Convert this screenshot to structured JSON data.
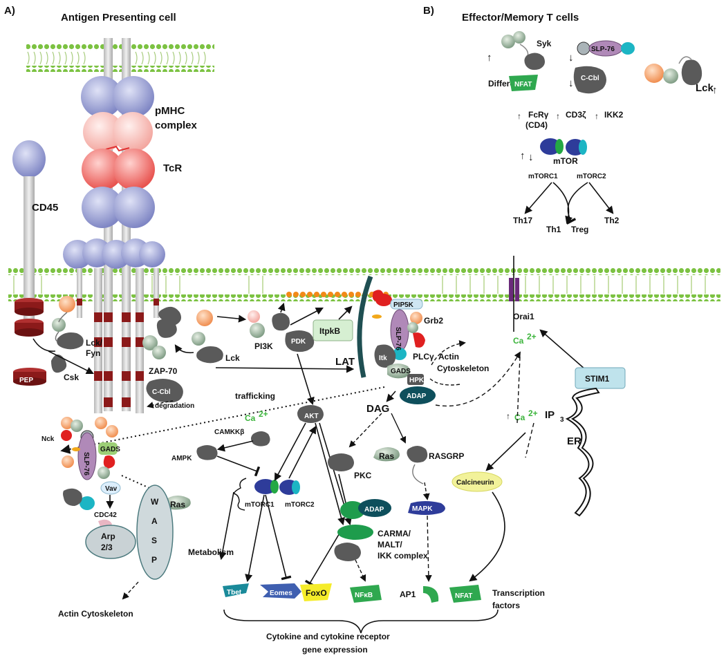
{
  "panel_a": {
    "letter": "A)",
    "title": "Antigen Presenting cell",
    "pmhc": [
      "pMHC",
      "complex"
    ],
    "tcr": "TcR",
    "cd45": "CD45",
    "lck_fyn": [
      "Lck/",
      "Fyn"
    ],
    "pep": "PEP",
    "csk": "Csk",
    "zap70": "ZAP-70",
    "ccbl": "C-Cbl",
    "degradation": "degradation",
    "lck": "Lck",
    "pi3k": "PI3K",
    "pdk": "PDK",
    "itpkb": "ItpkB",
    "lat": "LAT",
    "pip5k": "PIP5K",
    "slp76": "SLP-76",
    "grb2": "Grb2",
    "itk": "Itk",
    "plc": "PLCγ",
    "gads": "GADS",
    "hpk": "HPK",
    "adap": "ADAP",
    "actin": [
      "Actin",
      "Cytoskeleton"
    ],
    "trafficking": "trafficking",
    "dag": "DAG",
    "akt": "AKT",
    "ca": "Ca",
    "camkk": "CAMKKβ",
    "ampk": "AMPK",
    "mtorc1": "mTORC1",
    "mtorc2": "mTORC2",
    "pkc": "PKC",
    "ras": "Ras",
    "rasgrp": "RASGRP",
    "mapk": "MAPK",
    "carma": [
      "CARMA/",
      "MALT/",
      "IKK complex"
    ],
    "metabolism": "Metabolism",
    "nck": "Nck",
    "vav": "Vav",
    "cdc42": "CDC42",
    "arp": [
      "Arp",
      "2/3"
    ],
    "wasp": [
      "W",
      "A",
      "S",
      "P"
    ],
    "actin2": "Actin Cytoskeleton",
    "tbet": "Tbet",
    "eomes": "Eomes",
    "foxo": "FoxO",
    "nfkb": "NFκB",
    "ap1": "AP1",
    "nfat": "NFAT",
    "tf": [
      "Transcription",
      "factors"
    ],
    "cytokine": [
      "Cytokine and cytokine receptor",
      "gene expression"
    ],
    "orai1": "Orai1",
    "stim1": "STIM1",
    "ip3": "IP",
    "er": "ER",
    "calcineurin": "Calcineurin",
    "up": "↑"
  },
  "panel_b": {
    "letter": "B)",
    "title": "Effector/Memory T cells",
    "syk": "Syk",
    "slp76": "SLP-76",
    "ccbl": "C-Cbl",
    "different": "Different",
    "nfat": "NFAT",
    "lck": "Lck",
    "fcr": [
      "FcRγ",
      "(CD4)"
    ],
    "cd3": "CD3ζ",
    "ikk2": "IKK2",
    "mtor": "mTOR",
    "mtorc1": "mTORC1",
    "mtorc2": "mTORC2",
    "th17": "Th17",
    "th1": "Th1",
    "treg": "Treg",
    "th2": "Th2"
  },
  "colors": {
    "membrane": "#7cc242",
    "mhc_blue": "#8c93cc",
    "mhc_red": "#ee6b6b",
    "dark_red": "#8b1a1a",
    "dark_gray": "#555555",
    "teal": "#0e4f5c",
    "green_tf": "#2fa84f",
    "blue_tf": "#3f5fb0",
    "foxo_yellow": "#f5ec2a",
    "stim_blue": "#bfe3ec",
    "calcineurin_yellow": "#f2f29a",
    "ca_green": "#3bb43b"
  }
}
